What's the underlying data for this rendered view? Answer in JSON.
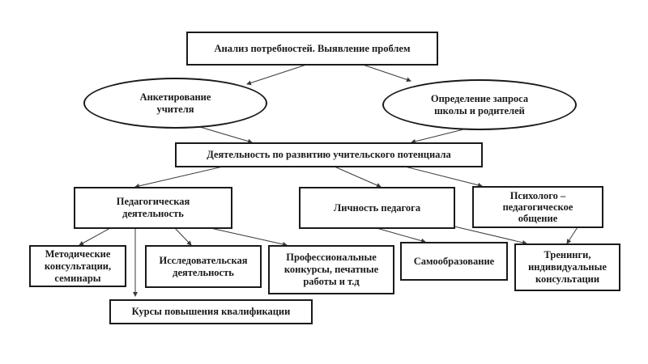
{
  "diagram": {
    "nodes": {
      "analysis": "Анализ потребностей. Выявление проблем",
      "survey": "Анкетирование\nучителя",
      "request": "Определение запроса\nшколы и родителей",
      "development": "Деятельность по развитию учительского потенциала",
      "pedagogical": "Педагогическая\nдеятельность",
      "personality": "Личность педагога",
      "psycho": "Психолого –\nпедагогическое\nобщение",
      "methodical": "Методические\nконсультации,\nсеминары",
      "research": "Исследовательская\nдеятельность",
      "contests": "Профессиональные\nконкурсы, печатные\nработы и т.д",
      "self_education": "Самообразование",
      "trainings": "Тренинги,\nиндивидуальные\nконсультации",
      "courses": "Курсы повышения квалификации"
    },
    "edges": [
      [
        "analysis",
        "survey"
      ],
      [
        "analysis",
        "request"
      ],
      [
        "survey",
        "development"
      ],
      [
        "request",
        "development"
      ],
      [
        "development",
        "pedagogical"
      ],
      [
        "development",
        "personality"
      ],
      [
        "development",
        "psycho"
      ],
      [
        "pedagogical",
        "methodical"
      ],
      [
        "pedagogical",
        "research"
      ],
      [
        "pedagogical",
        "contests"
      ],
      [
        "pedagogical",
        "courses"
      ],
      [
        "personality",
        "self_education"
      ],
      [
        "personality",
        "trainings"
      ],
      [
        "psycho",
        "trainings"
      ]
    ]
  }
}
